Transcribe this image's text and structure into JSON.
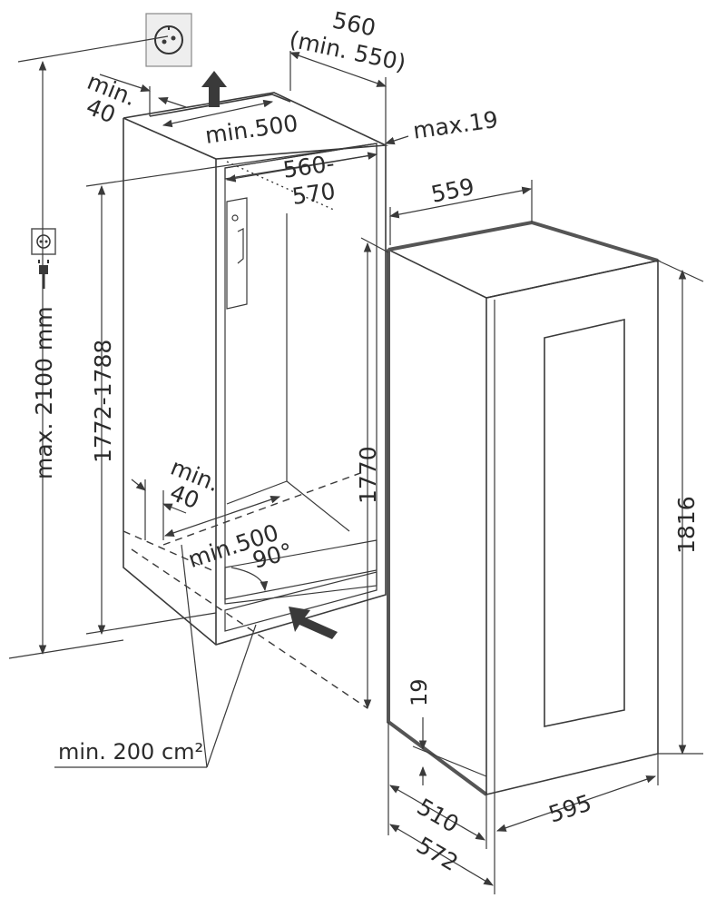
{
  "labels": {
    "depth_560": "560",
    "depth_min550": "(min. 550)",
    "min40_top": "min.\n40",
    "min500_top": "min.500",
    "max19": "max.19",
    "niche_560": "560-",
    "niche_570": "570",
    "width_559": "559",
    "max2100": "max. 2100 mm",
    "niche_height": "1772-1788",
    "min40_bottom_1": "min.",
    "min40_bottom_2": "40",
    "min500_bottom": "min.500",
    "angle_90": "90°",
    "height_1770": "1770",
    "height_1816": "1816",
    "offset_19": "19",
    "min200": "min. 200 cm²",
    "depth_510": "510",
    "depth_572": "572",
    "width_595": "595"
  },
  "icons": [
    "socket-icon",
    "plug-icon",
    "ventilation-arrow-icon"
  ]
}
